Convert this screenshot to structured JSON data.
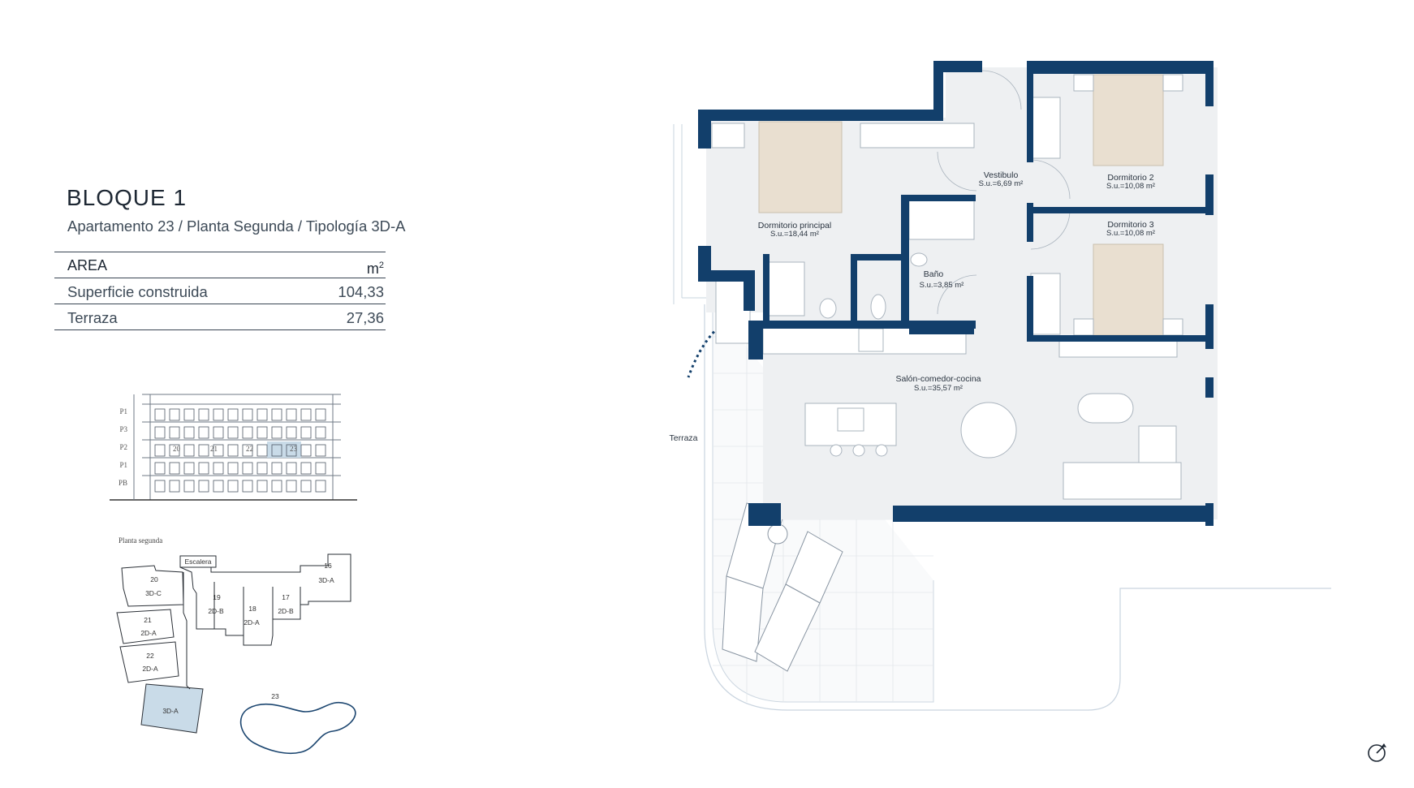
{
  "header": {
    "title": "BLOQUE 1",
    "subtitle": "Apartamento 23 / Planta Segunda / Tipología 3D-A"
  },
  "area_table": {
    "header": {
      "label": "AREA",
      "unit": "m",
      "unit_sup": "2"
    },
    "rows": [
      {
        "label": "Superficie construida",
        "value": "104,33"
      },
      {
        "label": "Terraza",
        "value": "27,36"
      }
    ]
  },
  "elevation": {
    "floor_labels": [
      "P1",
      "P3",
      "P2",
      "P1",
      "PB"
    ],
    "unit_numbers": [
      "20",
      "21",
      "22",
      "23"
    ]
  },
  "key_plan": {
    "title": "Planta segunda",
    "stair_label": "Escalera",
    "units": [
      {
        "number": "20",
        "type": "3D-C"
      },
      {
        "number": "21",
        "type": "2D-A"
      },
      {
        "number": "22",
        "type": "2D-A"
      },
      {
        "number": "",
        "type": "3D-A",
        "highlight": true
      },
      {
        "number": "19",
        "type": "2D-B"
      },
      {
        "number": "18",
        "type": "2D-A"
      },
      {
        "number": "17",
        "type": "2D-B"
      },
      {
        "number": "16",
        "type": "3D-A"
      }
    ],
    "pool_label": "23"
  },
  "floor_plan": {
    "rooms": [
      {
        "name": "Dormitorio principal",
        "area": "S.u.=18,44 m²"
      },
      {
        "name": "Vestibulo",
        "area": "S.u.=6,69 m²"
      },
      {
        "name": "Dormitorio 2",
        "area": "S.u.=10,08 m²"
      },
      {
        "name": "Dormitorio 3",
        "area": "S.u.=10,08 m²"
      },
      {
        "name": "Baño",
        "area": "S.u.=3,85 m²"
      },
      {
        "name": "Salón-comedor-cocina",
        "area": "S.u.=35,57 m²"
      },
      {
        "name": "Terraza",
        "area": ""
      }
    ]
  },
  "colors": {
    "wall": "#123f6b",
    "bed": "#e9dfd0",
    "highlight": "#c9dbe8",
    "floor": "#eef0f2"
  },
  "icons": [
    "compass-icon"
  ]
}
